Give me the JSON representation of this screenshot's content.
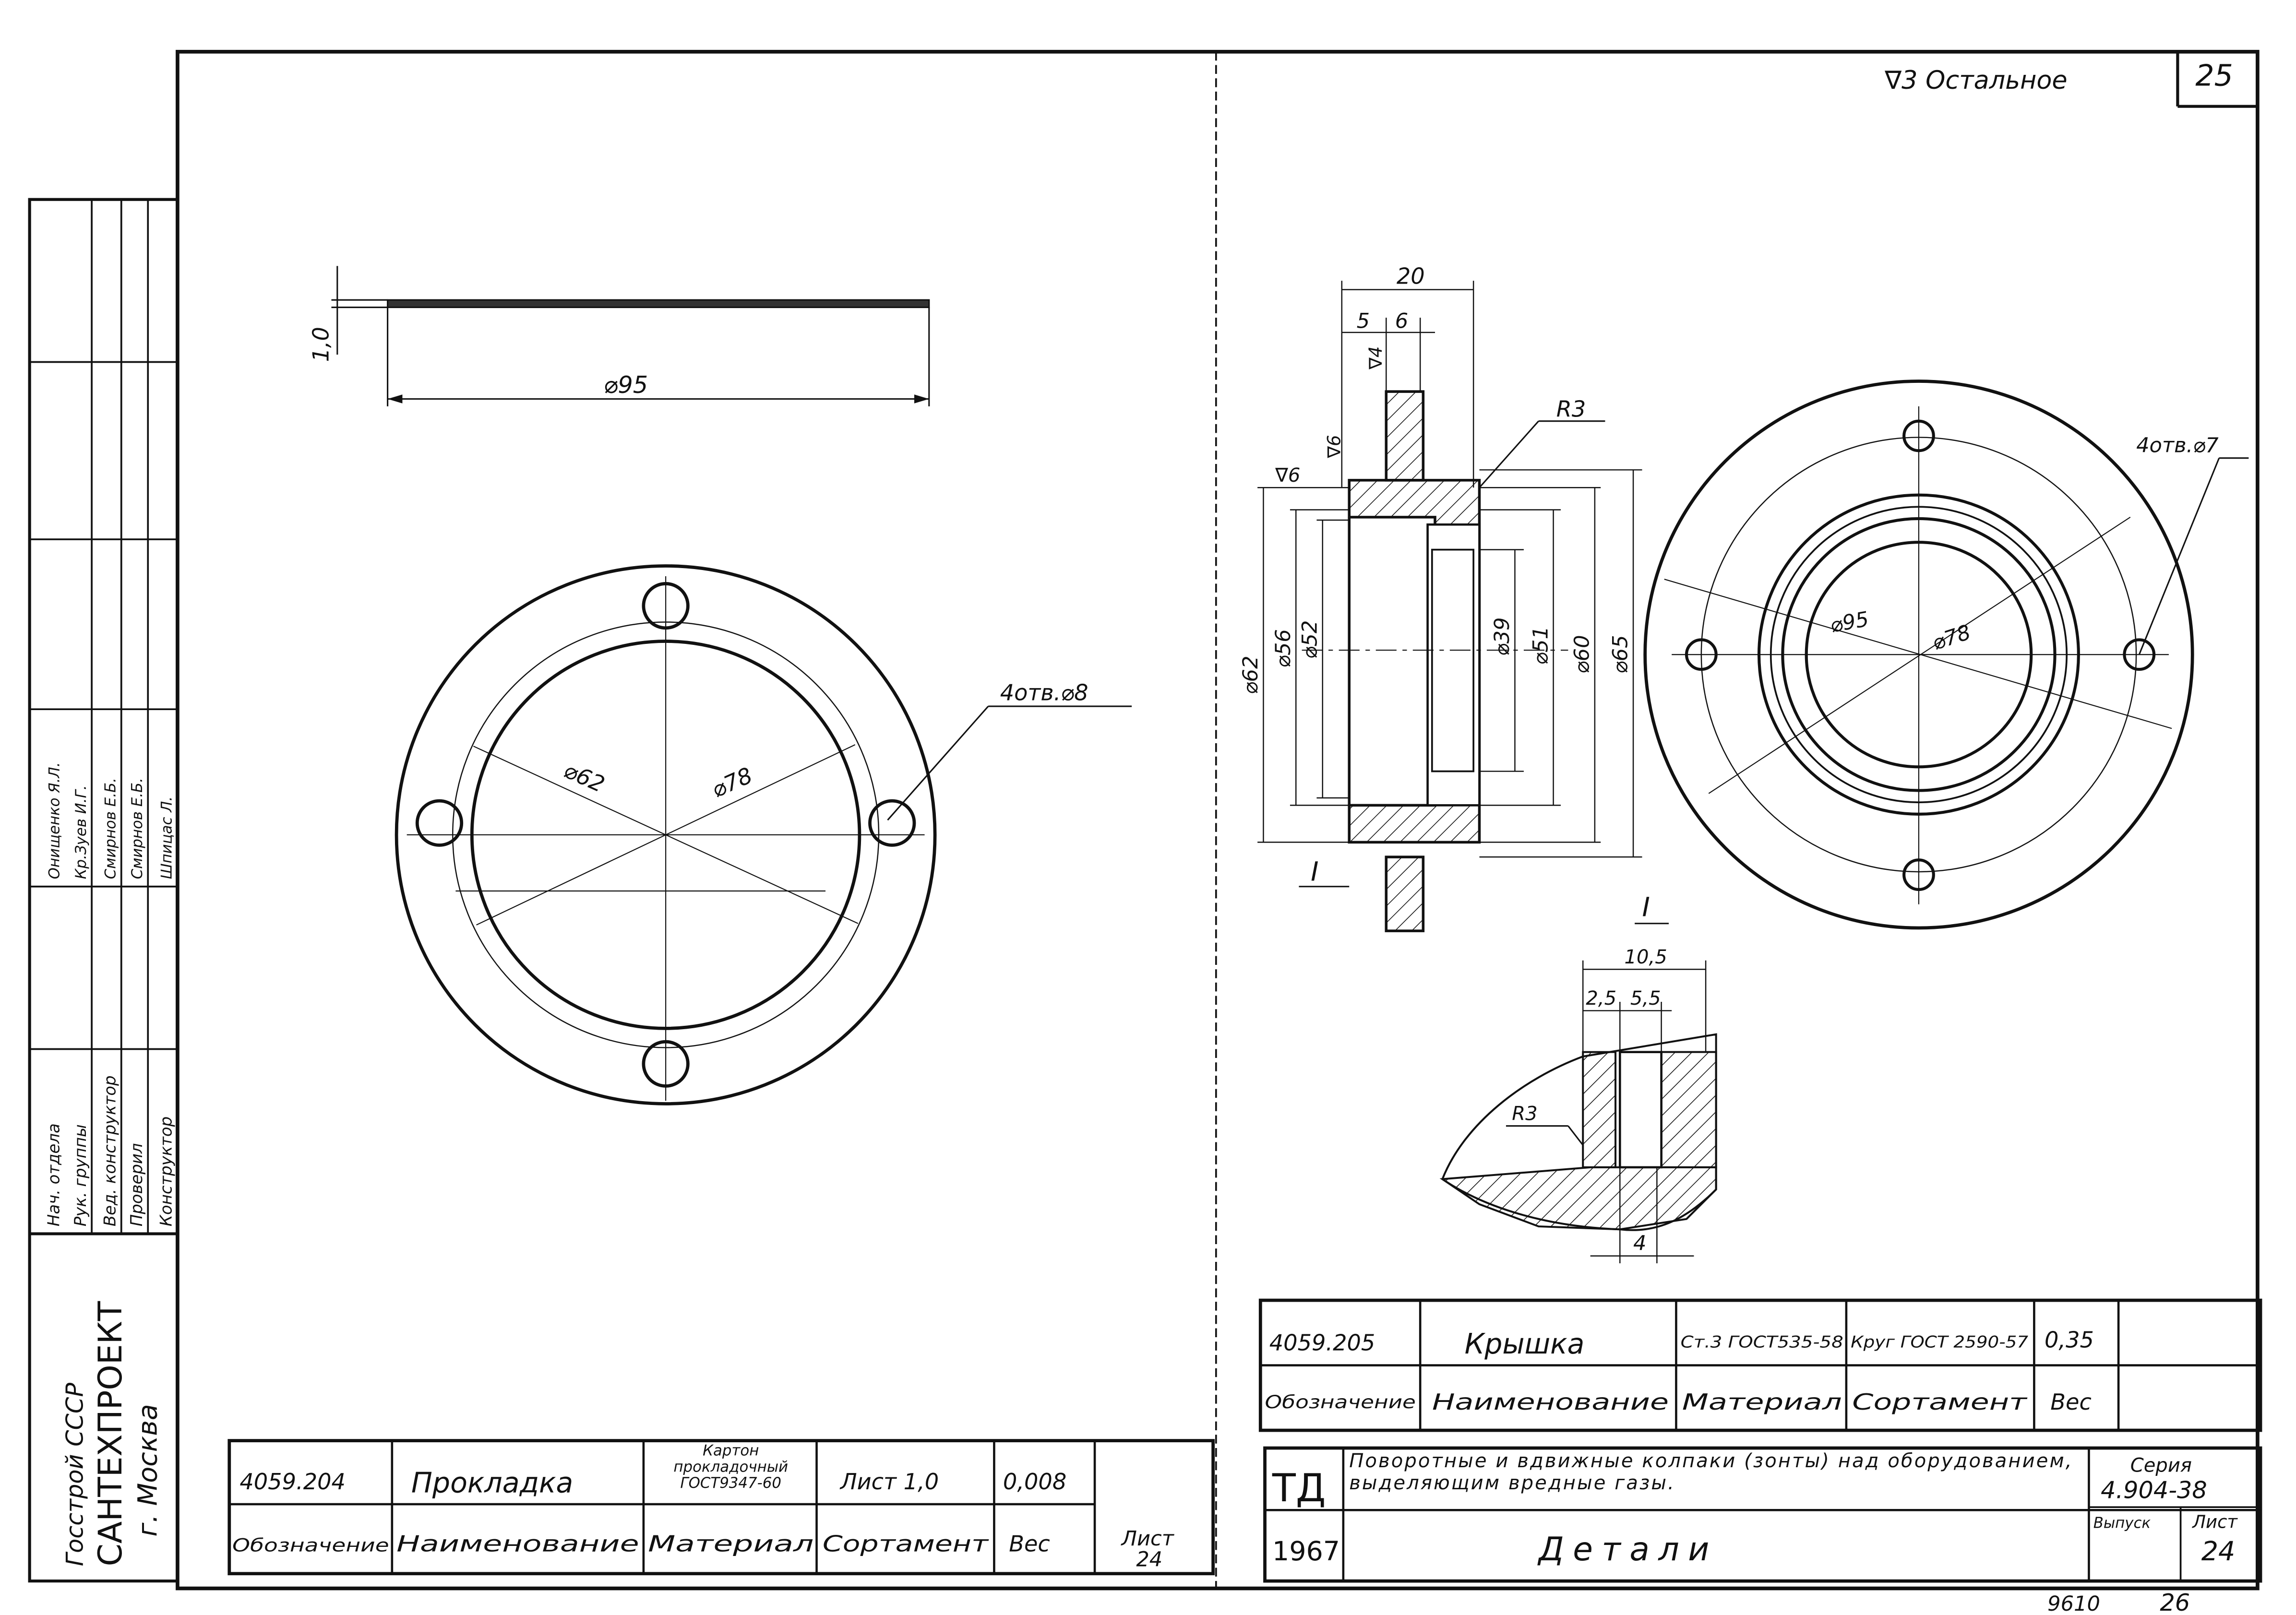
{
  "roughness_note": "∇3 Остальное",
  "sheet_number_top": "25",
  "left_part": {
    "dim_thickness": "1,0",
    "dim_outer_side": "⌀95",
    "dim_inner": "⌀62",
    "dim_bolt_circle": "⌀78",
    "holes_callout": "4отв.⌀8"
  },
  "right_part": {
    "dim_width": "20",
    "dim_5": "5",
    "dim_6": "6",
    "rough_4": "∇4",
    "rough_6a": "∇6",
    "rough_6b": "∇6",
    "radius": "R3",
    "diam_62": "⌀62",
    "diam_56": "⌀56",
    "diam_52": "⌀52",
    "diam_39": "⌀39",
    "diam_51": "⌀51",
    "diam_60": "⌀60",
    "diam_65": "⌀65",
    "section_mark": "I",
    "front_d95": "⌀95",
    "front_d78": "⌀78",
    "front_holes": "4отв.⌀7"
  },
  "detail_I": {
    "label": "I",
    "dim_105": "10,5",
    "dim_25": "2,5",
    "dim_55": "5,5",
    "radius": "R3",
    "dim_4": "4"
  },
  "left_title_block": {
    "org_line1": "Госстрой СССР",
    "org_name": "САНТЕХПРОЕКТ",
    "city": "г. Москва",
    "roles": [
      "Нач. отдела",
      "Рук. группы",
      "Вед. конструктор",
      "Проверил",
      "Конструктор"
    ],
    "names": [
      "Онищенко Я.Л.",
      "Кр.Зуев И.Г.",
      "Смирнов Е.Б.",
      "Смирнов Е.Б.",
      "Шпицас Л."
    ]
  },
  "part_204": {
    "designation": "4059.204",
    "name": "Прокладка",
    "material": "Картон прокладочный ГОСТ9347-60",
    "assortment": "Лист 1,0",
    "weight": "0,008",
    "header": [
      "Обозначение",
      "Наименование",
      "Материал",
      "Сортамент",
      "Вес"
    ],
    "sheet_label": "Лист",
    "sheet_value": "24"
  },
  "part_205": {
    "designation": "4059.205",
    "name": "Крышка",
    "material": "Ст.3 ГОСТ535-58",
    "assortment": "Круг ГОСТ 2590-57",
    "weight": "0,35",
    "header": [
      "Обозначение",
      "Наименование",
      "Материал",
      "Сортамент",
      "Вес"
    ]
  },
  "main_title_block": {
    "td": "ТД",
    "year": "1967",
    "description": "Поворотные и вдвижные колпаки (зонты) над оборудованием, выделяющим вредные газы.",
    "title": "Детали",
    "series_label": "Серия",
    "series_value": "4.904-38",
    "issue_label": "Выпуск",
    "sheet_label": "Лист",
    "sheet_value": "24"
  },
  "footer_numbers": {
    "inventory": "9610",
    "page": "26"
  }
}
